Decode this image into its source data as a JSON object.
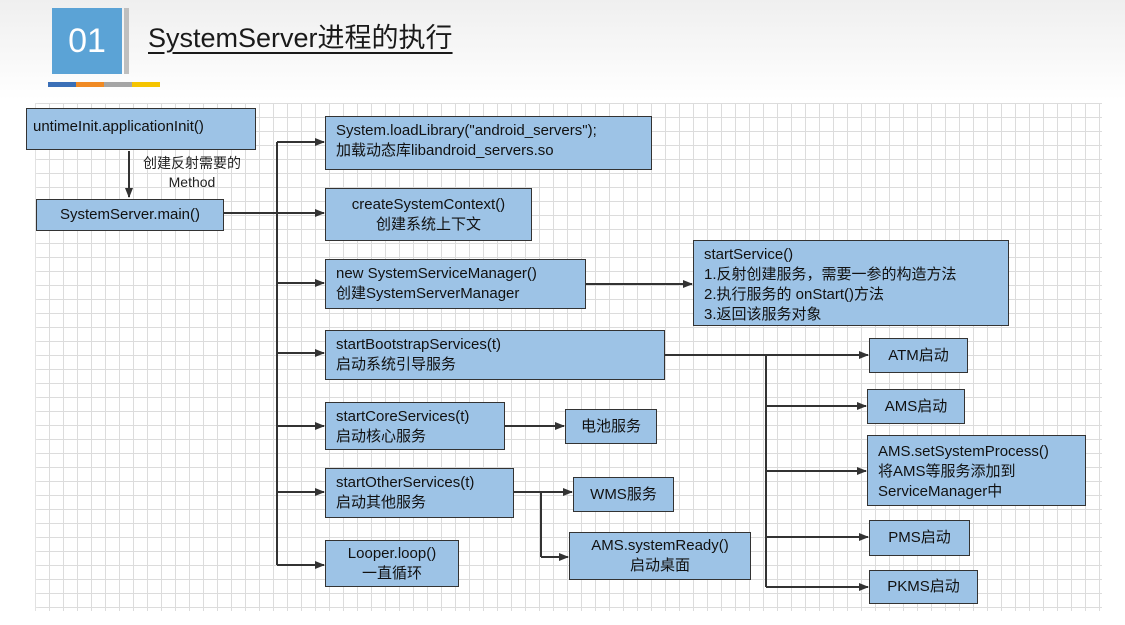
{
  "header": {
    "number": "01",
    "title": "SystemServer进程的执行",
    "accent_colors": [
      "#3a6fb7",
      "#f08a24",
      "#a5a5a5",
      "#f5c400"
    ]
  },
  "diagram": {
    "runtime_init": "untimeInit.applicationInit()",
    "reflect_note": {
      "line1": "创建反射需要的",
      "line2": "Method"
    },
    "main": "SystemServer.main()",
    "load_library": {
      "line1": "System.loadLibrary(\"android_servers\");",
      "line2": "加载动态库libandroid_servers.so"
    },
    "create_context": {
      "line1": "createSystemContext()",
      "line2": "创建系统上下文"
    },
    "service_manager": {
      "line1": "new SystemServiceManager()",
      "line2": "创建SystemServerManager"
    },
    "start_service": {
      "line1": "startService()",
      "line2": "1.反射创建服务，需要一参的构造方法",
      "line3": "2.执行服务的 onStart()方法",
      "line4": "3.返回该服务对象"
    },
    "bootstrap": {
      "line1": "startBootstrapServices(t)",
      "line2": "启动系统引导服务"
    },
    "core": {
      "line1": "startCoreServices(t)",
      "line2": "启动核心服务"
    },
    "battery": "电池服务",
    "other": {
      "line1": "startOtherServices(t)",
      "line2": "启动其他服务"
    },
    "wms": "WMS服务",
    "system_ready": {
      "line1": "AMS.systemReady()",
      "line2": "启动桌面"
    },
    "looper": {
      "line1": "Looper.loop()",
      "line2": "一直循环"
    },
    "atm": "ATM启动",
    "ams": "AMS启动",
    "set_system_process": {
      "line1": "AMS.setSystemProcess()",
      "line2": "将AMS等服务添加到",
      "line3": "ServiceManager中"
    },
    "pms": "PMS启动",
    "pkms": "PKMS启动"
  }
}
